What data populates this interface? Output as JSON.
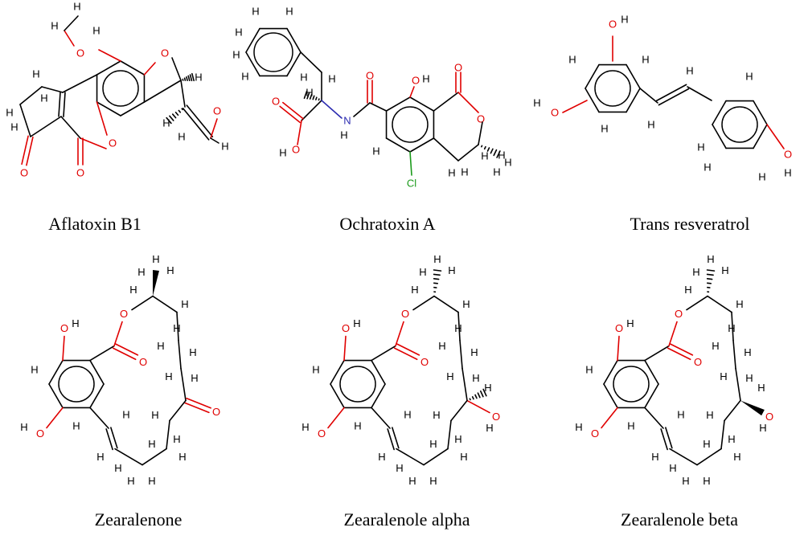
{
  "molecules": [
    {
      "name": "Aflatoxin B1"
    },
    {
      "name": "Ochratoxin A"
    },
    {
      "name": "Trans resveratrol"
    },
    {
      "name": "Zearalenone"
    },
    {
      "name": "Zearalenole alpha"
    },
    {
      "name": "Zearalenole beta"
    }
  ],
  "atom_labels": {
    "hydrogen": "H",
    "oxygen": "O",
    "hydroxyl_left": "HO",
    "hydroxyl_right": "OH",
    "nitrogen": "N",
    "chlorine": "Cl"
  },
  "colors": {
    "carbon_bond": "#000000",
    "oxygen": "#e00000",
    "nitrogen": "#2b2bb0",
    "chlorine": "#1a9a1a"
  }
}
